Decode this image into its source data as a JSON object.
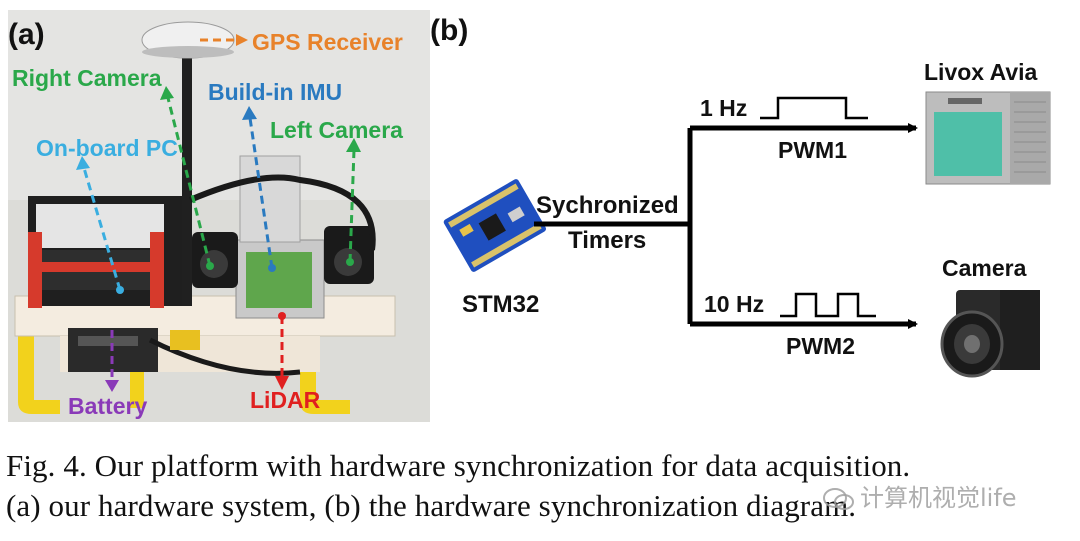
{
  "panel_a": {
    "label": "(a)",
    "annotations": [
      {
        "id": "gps",
        "text": "GPS Receiver",
        "color": "#e8822a"
      },
      {
        "id": "right-camera",
        "text": "Right Camera",
        "color": "#2aa84a"
      },
      {
        "id": "imu",
        "text": "Build-in IMU",
        "color": "#2a7ac0"
      },
      {
        "id": "left-camera",
        "text": "Left Camera",
        "color": "#2aa84a"
      },
      {
        "id": "pc",
        "text": "On-board PC",
        "color": "#3aaee0"
      },
      {
        "id": "battery",
        "text": "Battery",
        "color": "#8a3ab8"
      },
      {
        "id": "lidar",
        "text": "LiDAR",
        "color": "#e02020"
      }
    ]
  },
  "panel_b": {
    "label": "(b)",
    "stm": "STM32",
    "timer_line1": "Sychronized",
    "timer_line2": "Timers",
    "branch1": {
      "freq": "1 Hz",
      "signal": "PWM1",
      "target": "Livox Avia"
    },
    "branch2": {
      "freq": "10 Hz",
      "signal": "PWM2",
      "target": "Camera"
    }
  },
  "caption": {
    "line1": "Fig. 4.    Our platform with hardware synchronization for data acquisition.",
    "line2": "(a) our hardware system, (b) the hardware synchronization diagram."
  },
  "watermark": "计算机视觉life"
}
